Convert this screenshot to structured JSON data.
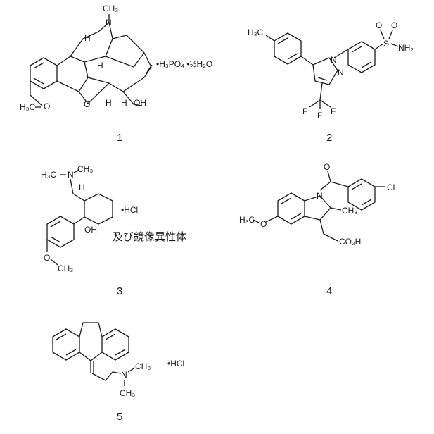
{
  "compounds": [
    {
      "number": "1",
      "labels": {
        "ch3": "CH₃",
        "n": "N",
        "h1": "H",
        "h2": "H",
        "h3": "H",
        "h4": "H",
        "oh": "OH",
        "o_ring": "O",
        "o_me": "O",
        "h3c": "H₃C",
        "salt": "•H₃PO₄ •½H₂O"
      }
    },
    {
      "number": "2",
      "labels": {
        "h3c": "H₃C",
        "s": "S",
        "o1": "O",
        "o2": "O",
        "nh2": "NH₂",
        "n1": "N",
        "n2": "N",
        "f1": "F",
        "f2": "F",
        "f3": "F"
      }
    },
    {
      "number": "3",
      "labels": {
        "h3c": "H₃C",
        "ch3": "CH₃",
        "n": "N",
        "h": "H",
        "oh": "OH",
        "o": "O",
        "och3": "CH₃",
        "salt": "•HCl",
        "note": "及び鏡像異性体"
      }
    },
    {
      "number": "4",
      "labels": {
        "o_keto": "O",
        "cl": "Cl",
        "n": "N",
        "ch3": "CH₃",
        "h3c": "H₃C",
        "o": "O",
        "co2h": "CO₂H"
      }
    },
    {
      "number": "5",
      "labels": {
        "n": "N",
        "ch3a": "CH₃",
        "ch3b": "CH₃",
        "salt": "•HCl"
      }
    }
  ]
}
